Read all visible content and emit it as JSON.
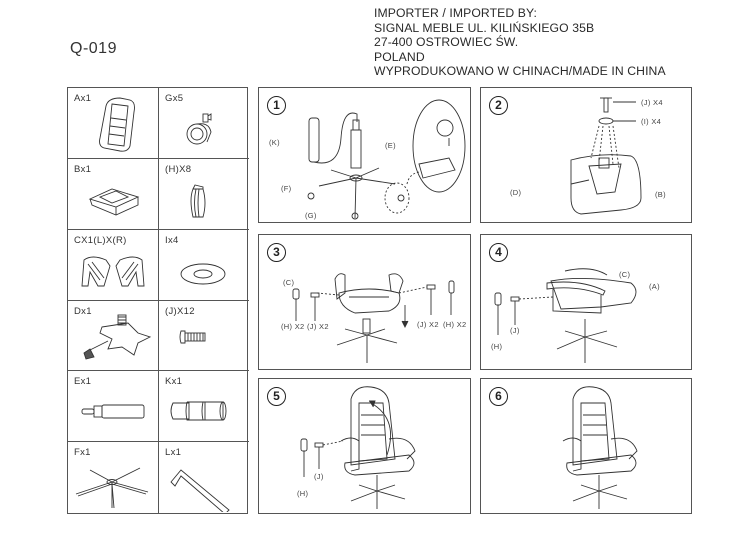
{
  "header": {
    "model_code": "Q-019",
    "importer_lines": [
      "IMPORTER / IMPORTED BY:",
      "SIGNAL MEBLE  UL. KILIŃSKIEGO 35B",
      "27-400 OSTROWIEC ŚW.",
      "POLAND",
      "WYPRODUKOWANO W CHINACH/MADE IN CHINA"
    ]
  },
  "parts": [
    {
      "label": "Ax1",
      "icon": "backrest-icon"
    },
    {
      "label": "Gx5",
      "icon": "caster-wheel-icon"
    },
    {
      "label": "Bx1",
      "icon": "seat-cushion-icon"
    },
    {
      "label": "(H)X8",
      "icon": "screw-cap-icon"
    },
    {
      "label": "CX1(L)X(R)",
      "icon": "armrests-icon"
    },
    {
      "label": "Ix4",
      "icon": "washer-icon"
    },
    {
      "label": "Dx1",
      "icon": "tilt-mechanism-icon"
    },
    {
      "label": "(J)X12",
      "icon": "bolt-icon"
    },
    {
      "label": "Ex1",
      "icon": "gas-lift-icon"
    },
    {
      "label": "Kx1",
      "icon": "telescopic-cover-icon"
    },
    {
      "label": "Fx1",
      "icon": "star-base-icon"
    },
    {
      "label": "Lx1",
      "icon": "allen-key-icon"
    }
  ],
  "steps": [
    {
      "number": "1",
      "tags": [
        "(K)",
        "(E)",
        "(F)",
        "(G)"
      ]
    },
    {
      "number": "2",
      "tags": [
        "(J) X4",
        "(I) X4",
        "(D)",
        "(B)"
      ]
    },
    {
      "number": "3",
      "tags": [
        "(C)",
        "(H) X2",
        "(J) X2",
        "(J) X2",
        "(H) X2"
      ]
    },
    {
      "number": "4",
      "tags": [
        "(C)",
        "(A)",
        "(J)",
        "(H)"
      ]
    },
    {
      "number": "5",
      "tags": [
        "(J)",
        "(H)"
      ]
    },
    {
      "number": "6",
      "tags": []
    }
  ]
}
